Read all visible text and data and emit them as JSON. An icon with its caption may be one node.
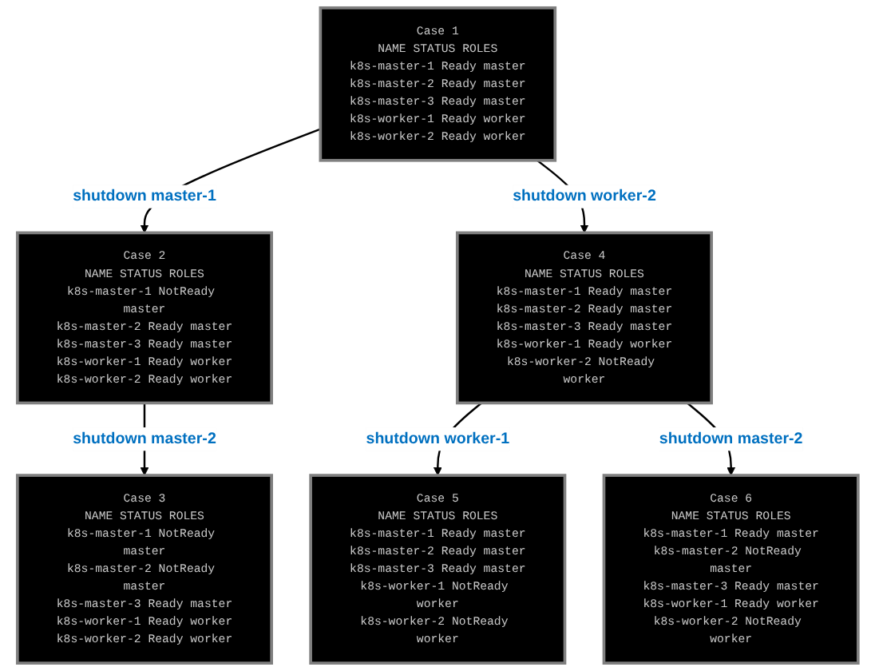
{
  "diagram": {
    "nodes": [
      {
        "text": [
          "Case 1",
          "NAME STATUS ROLES",
          "k8s-master-1 Ready master",
          "k8s-master-2 Ready master",
          "k8s-master-3 Ready master",
          "k8s-worker-1 Ready worker",
          "k8s-worker-2 Ready worker"
        ]
      },
      {
        "text": [
          "Case 2",
          "NAME STATUS ROLES",
          "k8s-master-1 NotReady master",
          "k8s-master-2 Ready master",
          "k8s-master-3 Ready master",
          "k8s-worker-1 Ready worker",
          "k8s-worker-2 Ready worker"
        ]
      },
      {
        "text": [
          "Case 4",
          "NAME STATUS ROLES",
          "k8s-master-1 Ready master",
          "k8s-master-2 Ready master",
          "k8s-master-3 Ready master",
          "k8s-worker-1 Ready worker",
          "k8s-worker-2 NotReady worker"
        ]
      },
      {
        "text": [
          "Case 3",
          "NAME STATUS ROLES",
          "k8s-master-1 NotReady master",
          "k8s-master-2 NotReady master",
          "k8s-master-3 Ready master",
          "k8s-worker-1 Ready worker",
          "k8s-worker-2 Ready worker"
        ]
      },
      {
        "text": [
          "Case 5",
          "NAME STATUS ROLES",
          "k8s-master-1 Ready master",
          "k8s-master-2 Ready master",
          "k8s-master-3 Ready master",
          "k8s-worker-1 NotReady worker",
          "k8s-worker-2 NotReady worker"
        ]
      },
      {
        "text": [
          "Case 6",
          "NAME STATUS ROLES",
          "k8s-master-1 Ready master",
          "k8s-master-2 NotReady master",
          "k8s-master-3 Ready master",
          "k8s-worker-1 Ready worker",
          "k8s-worker-2 NotReady worker"
        ]
      }
    ],
    "edges": [
      {
        "from": 0,
        "to": 1,
        "arrow": "to",
        "label": "shutdown master-1"
      },
      {
        "from": 1,
        "to": 3,
        "arrow": "to",
        "label": "shutdown master-2"
      },
      {
        "from": 0,
        "to": 2,
        "arrow": "to",
        "label": "shutdown worker-2"
      },
      {
        "from": 2,
        "to": 4,
        "arrow": "to",
        "label": "shutdown worker-1"
      },
      {
        "from": 2,
        "to": 5,
        "arrow": "to",
        "label": "shutdown master-2"
      }
    ]
  }
}
